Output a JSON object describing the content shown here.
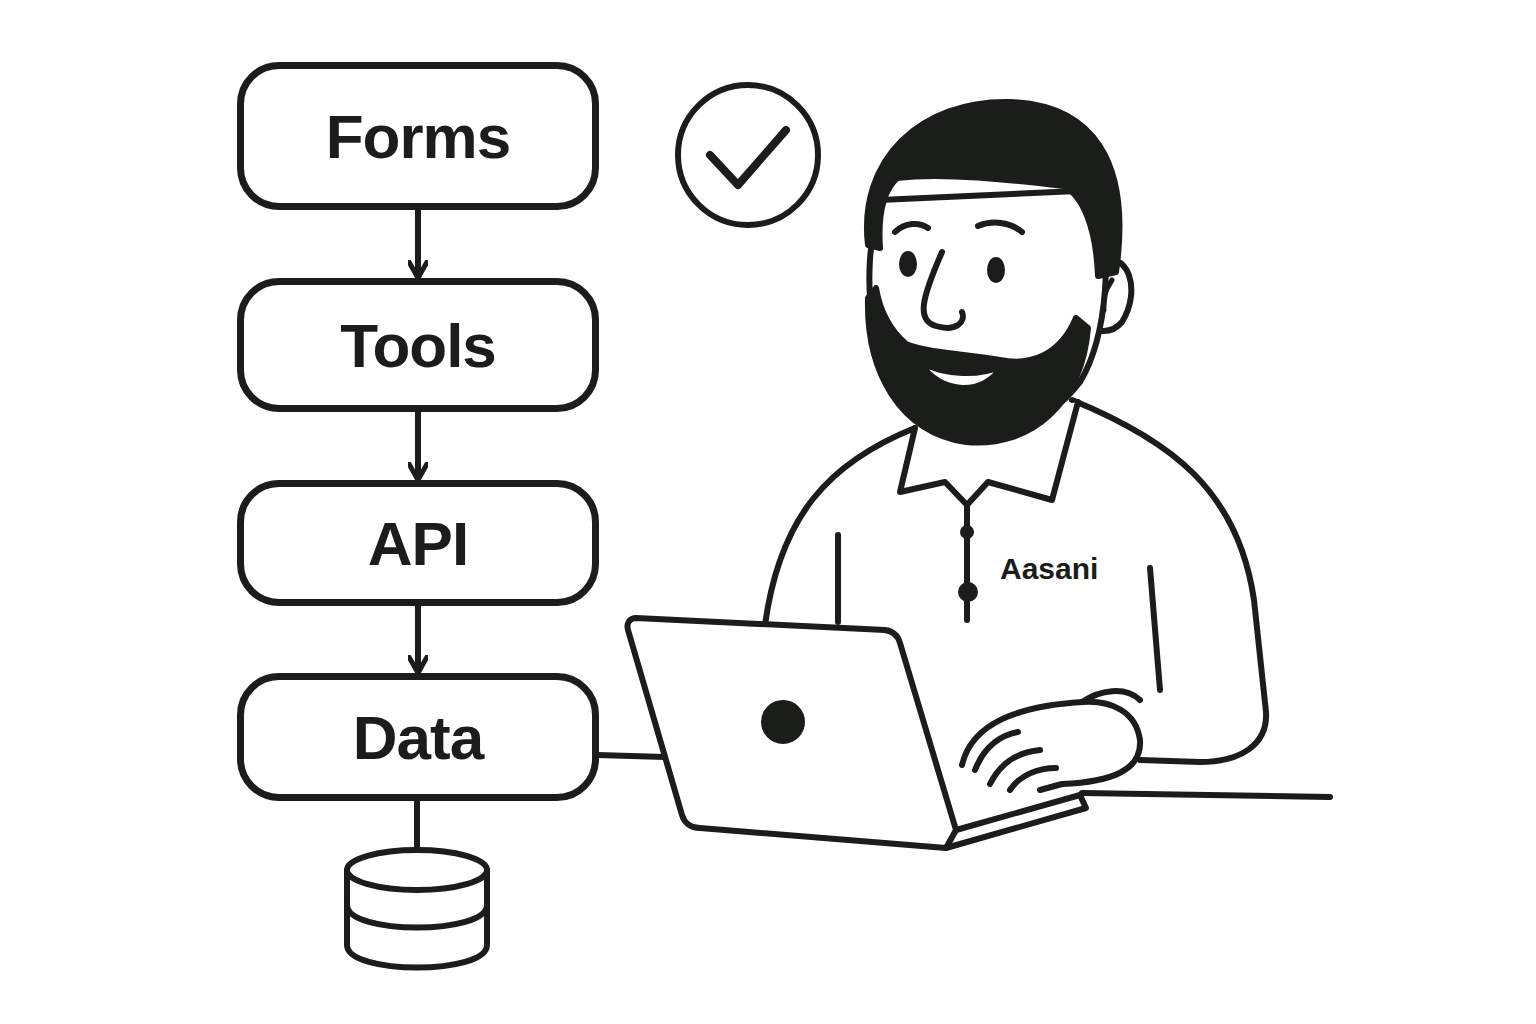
{
  "diagram": {
    "nodes": [
      {
        "text": [
          "Forms"
        ]
      },
      {
        "text": [
          "Tools"
        ]
      },
      {
        "text": [
          "API"
        ]
      },
      {
        "text": [
          "Data"
        ]
      }
    ],
    "edges": [
      {
        "from": 0,
        "to": 1,
        "arrow": "to"
      },
      {
        "from": 1,
        "to": 2,
        "arrow": "to"
      },
      {
        "from": 2,
        "to": 3,
        "arrow": "to"
      }
    ],
    "labels": [
      "Aasani"
    ]
  }
}
